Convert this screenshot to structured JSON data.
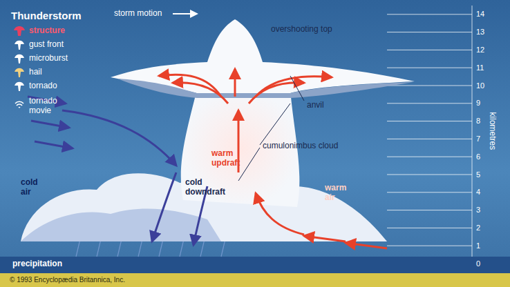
{
  "diagram": {
    "title": "Thunderstorm",
    "labels": [
      "structure",
      "gust front",
      "microburst",
      "hail",
      "tornado",
      "tornado movie",
      "storm motion",
      "overshooting top",
      "anvil",
      "cumulonimbus cloud",
      "warm updraft",
      "cold downdraft",
      "warm air",
      "cold air",
      "precipitation",
      "kilometres",
      "0",
      "1",
      "2",
      "3",
      "4",
      "5",
      "6",
      "7",
      "8",
      "9",
      "10",
      "11",
      "12",
      "13",
      "14",
      "© 1993 Encyclopædia Britannica, Inc."
    ]
  }
}
